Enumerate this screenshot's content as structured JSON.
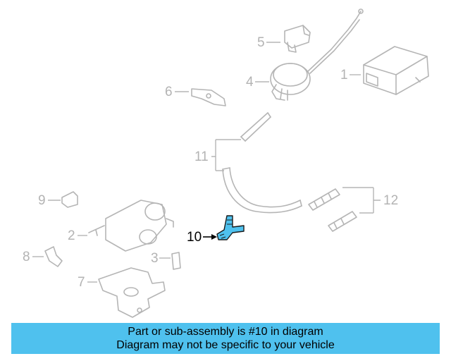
{
  "callouts": {
    "c1": "1",
    "c2": "2",
    "c3": "3",
    "c4": "4",
    "c5": "5",
    "c6": "6",
    "c7": "7",
    "c8": "8",
    "c9": "9",
    "c10": "10",
    "c11": "11",
    "c12": "12"
  },
  "highlight_part": "10",
  "banner": {
    "line1": "Part or sub-assembly is #10 in diagram",
    "line2": "Diagram may not be specific to your vehicle"
  },
  "colors": {
    "banner_bg": "#4fc1ee",
    "highlight": "#4fc1ee",
    "line_art": "#b5b5b5"
  }
}
